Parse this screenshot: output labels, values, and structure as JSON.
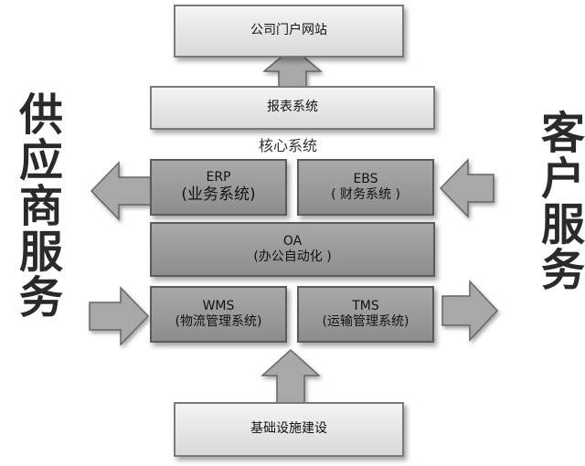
{
  "top": {
    "label": "公司门户网站"
  },
  "report": {
    "label": "报表系统"
  },
  "core_caption": "核心系统",
  "erp": {
    "title": "ERP",
    "subtitle": "(业务系统)"
  },
  "ebs": {
    "title": "EBS",
    "subtitle": "( 财务系统 )"
  },
  "oa": {
    "title": "OA",
    "subtitle": "(办公自动化 )"
  },
  "wms": {
    "title": "WMS",
    "subtitle": "(物流管理系统)"
  },
  "tms": {
    "title": "TMS",
    "subtitle": "(运输管理系统)"
  },
  "bottom": {
    "label": "基础设施建设"
  },
  "left_side": "供应商服务",
  "right_side": "客户服务",
  "colors": {
    "box_light": "#e6e6e6",
    "box_dark": "#9a9a9a",
    "arrow": "#a8a8a8"
  },
  "icons": [
    "arrow-up",
    "arrow-left",
    "arrow-right"
  ]
}
